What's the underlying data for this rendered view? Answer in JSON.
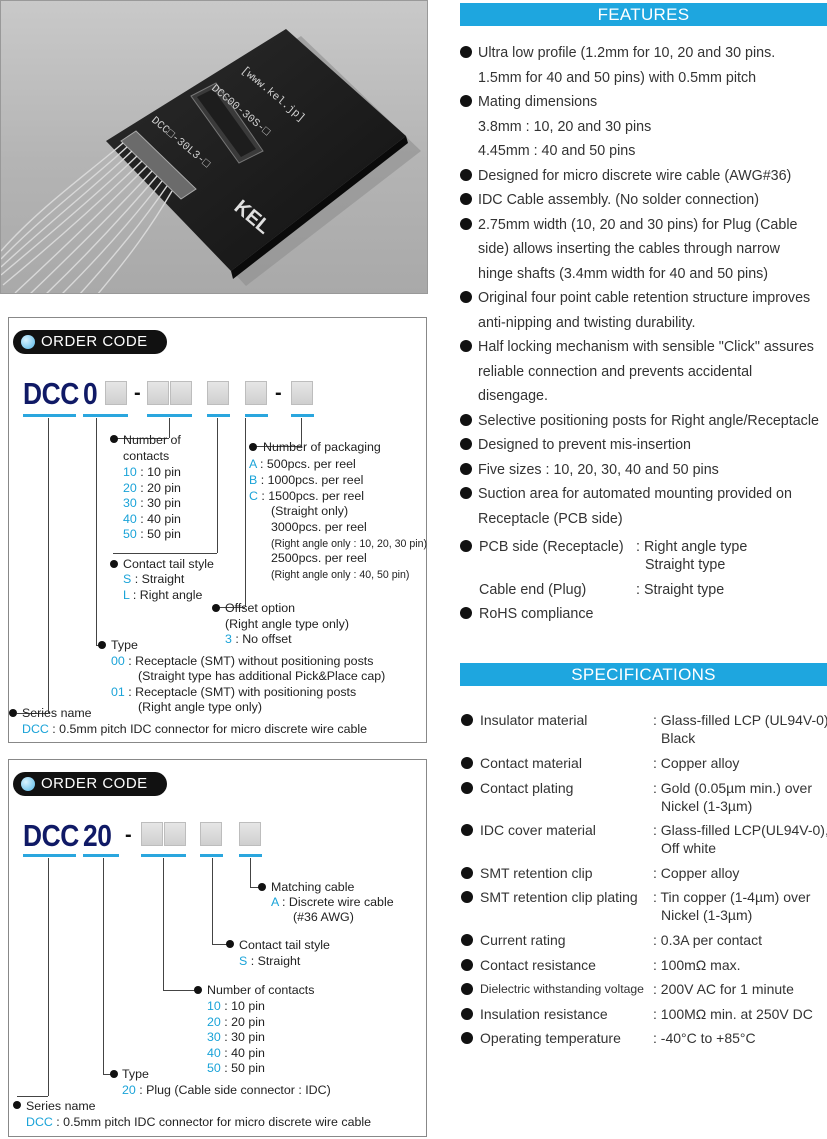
{
  "features": {
    "title": "FEATURES",
    "items": [
      {
        "lines": [
          "Ultra low profile (1.2mm for 10, 20 and 30 pins.",
          "1.5mm for 40 and 50 pins) with 0.5mm pitch"
        ]
      },
      {
        "lines": [
          "Mating dimensions",
          "3.8mm : 10, 20 and 30 pins",
          "4.45mm : 40 and 50 pins"
        ]
      },
      {
        "lines": [
          "Designed for micro discrete wire cable (AWG#36)"
        ]
      },
      {
        "lines": [
          "IDC Cable assembly. (No solder connection)"
        ]
      },
      {
        "lines": [
          "2.75mm width (10, 20 and 30 pins) for Plug (Cable",
          "side) allows inserting the cables through narrow",
          "hinge shafts (3.4mm width for 40 and 50 pins)"
        ]
      },
      {
        "lines": [
          "Original four point cable retention structure improves",
          "anti-nipping and twisting durability."
        ]
      },
      {
        "lines": [
          "Half locking mechanism with sensible \"Click\" assures",
          "reliable connection and prevents accidental",
          "disengage."
        ]
      },
      {
        "lines": [
          "Selective positioning posts for Right angle/Receptacle"
        ]
      },
      {
        "lines": [
          "Designed to prevent mis-insertion"
        ]
      },
      {
        "lines": [
          "Five sizes : 10, 20, 30, 40 and 50 pins"
        ]
      },
      {
        "lines": [
          "Suction area for automated mounting provided on",
          "Receptacle (PCB side)"
        ]
      }
    ],
    "pcb_label": "PCB side (Receptacle)",
    "pcb_value_1": ": Right angle type",
    "pcb_value_2": "Straight type",
    "cable_label": "Cable end (Plug)",
    "cable_value": ": Straight type",
    "rohs": "RoHS compliance"
  },
  "specs": {
    "title": "SPECIFICATIONS",
    "rows": [
      {
        "label": "Insulator material",
        "value": ": Glass-filled LCP (UL94V-0),",
        "value2": "Black"
      },
      {
        "label": "Contact material",
        "value": ": Copper alloy",
        "value2": ""
      },
      {
        "label": "Contact plating",
        "value": ": Gold (0.05µm min.) over",
        "value2": "Nickel (1-3µm)"
      },
      {
        "label": "IDC cover material",
        "value": ": Glass-filled LCP(UL94V-0),",
        "value2": "Off white"
      },
      {
        "label": "SMT retention clip",
        "value": ": Copper alloy",
        "value2": ""
      },
      {
        "label": "SMT retention clip plating",
        "value": ": Tin copper (1-4µm) over",
        "value2": "Nickel (1-3µm)"
      },
      {
        "label": "Current rating",
        "value": ": 0.3A per contact",
        "value2": ""
      },
      {
        "label": "Contact resistance",
        "value": ": 100mΩ max.",
        "value2": ""
      },
      {
        "label": "Dielectric withstanding voltage",
        "value": ": 200V AC for 1 minute",
        "value2": ""
      },
      {
        "label": "Insulation resistance",
        "value": ": 100MΩ  min. at 250V DC",
        "value2": ""
      },
      {
        "label": "Operating temperature",
        "value": ": -40°C to +85°C",
        "value2": ""
      }
    ]
  },
  "photo": {
    "marking_1": "DCC00-30S-□",
    "marking_2": "[www.kel.jp]",
    "marking_3": "DCC□-30L3-□",
    "logo": "KEL"
  },
  "order1": {
    "pill": "ORDER  CODE",
    "code_prefix": "DCC",
    "code_digit": "0",
    "dash": "-",
    "contacts_title": "Number of",
    "contacts_title2": "contacts",
    "contacts": [
      {
        "code": "10",
        "text": " : 10 pin"
      },
      {
        "code": "20",
        "text": " : 20 pin"
      },
      {
        "code": "30",
        "text": " : 30 pin"
      },
      {
        "code": "40",
        "text": " : 40 pin"
      },
      {
        "code": "50",
        "text": " : 50 pin"
      }
    ],
    "pack_title": "Number of packaging",
    "pack_a_code": "A",
    "pack_a": " : 500pcs. per reel",
    "pack_b_code": "B",
    "pack_b": " : 1000pcs. per reel",
    "pack_c_code": "C",
    "pack_c": " : 1500pcs. per reel",
    "pack_c2": "(Straight only)",
    "pack_c3": "3000pcs. per reel",
    "pack_c4": "(Right angle only : 10, 20, 30 pin)",
    "pack_c5": "2500pcs. per reel",
    "pack_c6": "(Right angle only : 40, 50 pin)",
    "tail_title": "Contact tail style",
    "tail_s_code": "S",
    "tail_s": " : Straight",
    "tail_l_code": "L",
    "tail_l": " : Right angle",
    "offset_title": "Offset option",
    "offset_sub": "(Right angle type only)",
    "offset_code": "3",
    "offset_text": " : No offset",
    "type_title": "Type",
    "type_00_code": "00",
    "type_00": " : Receptacle (SMT) without positioning posts",
    "type_00b": "(Straight type has additional Pick&Place cap)",
    "type_01_code": "01",
    "type_01": " : Receptacle (SMT) with positioning posts",
    "type_01b": "(Right angle type only)",
    "series_title": "Series name",
    "series_code": "DCC",
    "series_text": " : 0.5mm pitch IDC connector for micro discrete wire cable"
  },
  "order2": {
    "pill": "ORDER  CODE",
    "code_prefix": "DCC",
    "code_digits": "20",
    "dash": "-",
    "cable_title": "Matching cable",
    "cable_code": "A",
    "cable_text": " : Discrete wire cable",
    "cable_text2": "(#36 AWG)",
    "tail_title": "Contact tail style",
    "tail_code": "S",
    "tail_text": " : Straight",
    "contacts_title": "Number of contacts",
    "contacts": [
      {
        "code": "10",
        "text": " : 10 pin"
      },
      {
        "code": "20",
        "text": " : 20 pin"
      },
      {
        "code": "30",
        "text": " : 30 pin"
      },
      {
        "code": "40",
        "text": " : 40 pin"
      },
      {
        "code": "50",
        "text": " : 50 pin"
      }
    ],
    "type_title": "Type",
    "type_code": "20",
    "type_text": " : Plug (Cable side connector : IDC)",
    "series_title": "Series name",
    "series_code": "DCC",
    "series_text": " : 0.5mm pitch IDC connector for micro discrete wire cable"
  }
}
